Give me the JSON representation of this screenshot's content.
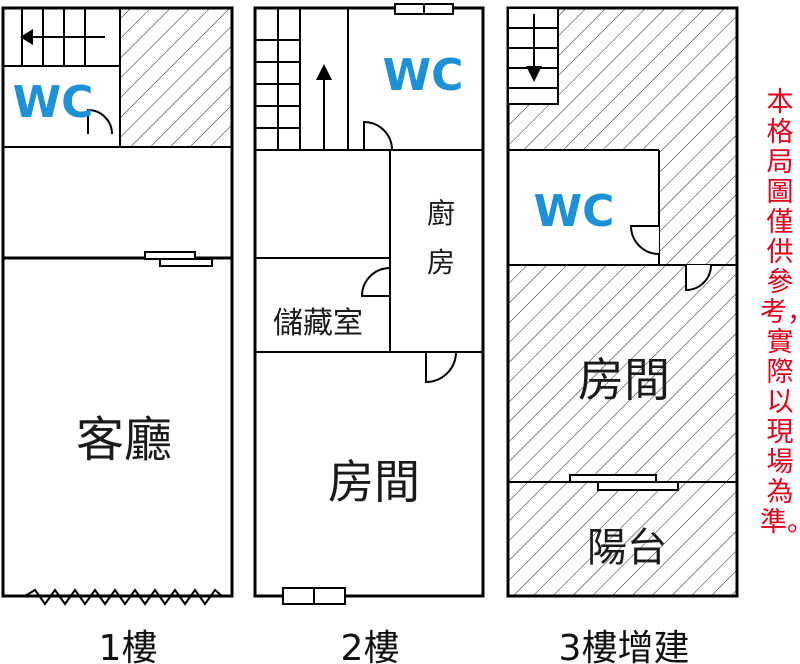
{
  "floors": [
    {
      "caption": "1樓",
      "rooms": {
        "wc": "WC",
        "living_room": "客廳"
      }
    },
    {
      "caption": "2樓",
      "rooms": {
        "wc": "WC",
        "kitchen_line1": "廚",
        "kitchen_line2": "房",
        "storage": "儲藏室",
        "bedroom": "房間"
      }
    },
    {
      "caption": "3樓增建",
      "rooms": {
        "wc": "WC",
        "bedroom": "房間",
        "balcony": "陽台"
      }
    }
  ],
  "disclaimer": "本格局圖僅供參考，實際以現場為準。",
  "colors": {
    "wall": "#000000",
    "wc_text": "#1e90d6",
    "disclaimer_text": "#e0001b"
  }
}
